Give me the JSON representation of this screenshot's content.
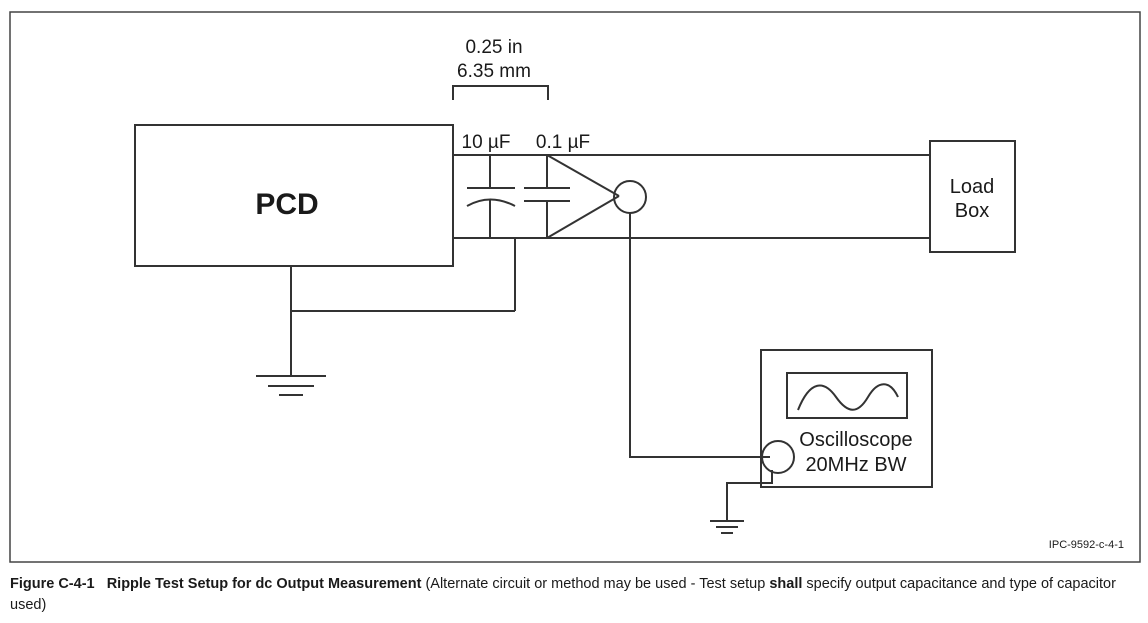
{
  "diagram": {
    "dimension_in": "0.25 in",
    "dimension_mm": "6.35 mm",
    "cap1_label": "10 µF",
    "cap2_label": "0.1 µF",
    "pcd_label": "PCD",
    "load_line1": "Load",
    "load_line2": "Box",
    "scope_line1": "Oscilloscope",
    "scope_line2": "20MHz BW",
    "figure_id": "IPC-9592-c-4-1"
  },
  "caption": {
    "figure_number": "Figure C-4-1",
    "title": "Ripple Test Setup for dc Output Measurement",
    "text_before_bold": " (Alternate circuit or method may be used - Test setup ",
    "bold_word": "shall",
    "text_after_bold": " specify output capacitance and type of capacitor used)"
  }
}
